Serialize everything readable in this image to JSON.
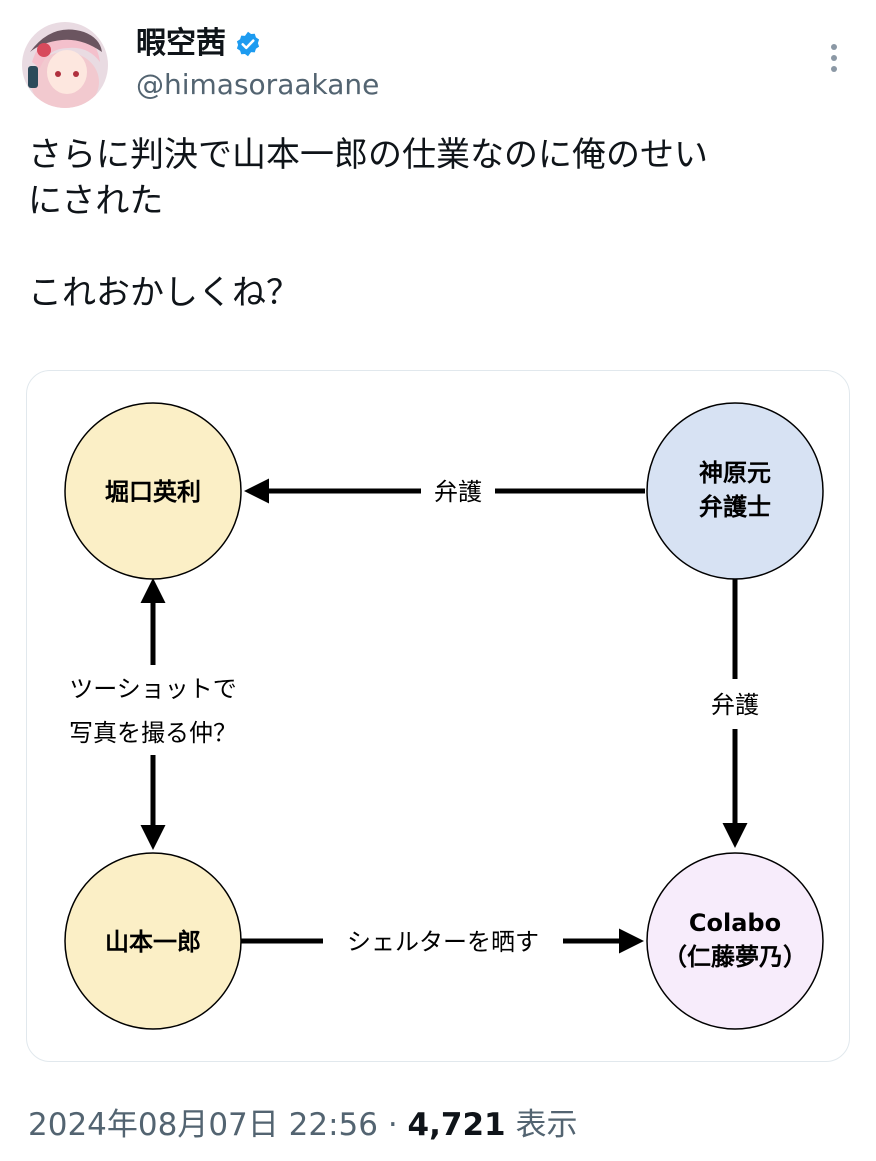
{
  "author": {
    "display_name": "暇空茜",
    "handle": "@himasoraakane",
    "avatar_icon": "anime-avatar-icon",
    "verified_icon": "verified-badge-icon",
    "verified_color": "#1d9bf0"
  },
  "tweet": {
    "text": "さらに判決で山本一郎の仕業なのに俺のせい\nにされた\n\nこれおかしくね？"
  },
  "diagram": {
    "nodes": {
      "horiguchi": {
        "label": "堀口英利",
        "color": "#fbefc6"
      },
      "kanbara": {
        "line1": "神原元",
        "line2": "弁護士",
        "color": "#d7e2f3"
      },
      "yamamoto": {
        "label": "山本一郎",
        "color": "#fbefc6"
      },
      "colabo": {
        "line1": "Colabo",
        "line2": "（仁藤夢乃）",
        "color": "#f7ecfb"
      }
    },
    "edges": {
      "kanbara_to_horiguchi": "弁護",
      "kanbara_to_colabo": "弁護",
      "horiguchi_yamamoto_line1": "ツーショットで",
      "horiguchi_yamamoto_line2": "写真を撮る仲？",
      "yamamoto_to_colabo": "シェルターを晒す"
    }
  },
  "meta": {
    "timestamp": "2024年08月07日 22:56",
    "separator": " · ",
    "views_count": "4,721",
    "views_label": " 表示"
  }
}
